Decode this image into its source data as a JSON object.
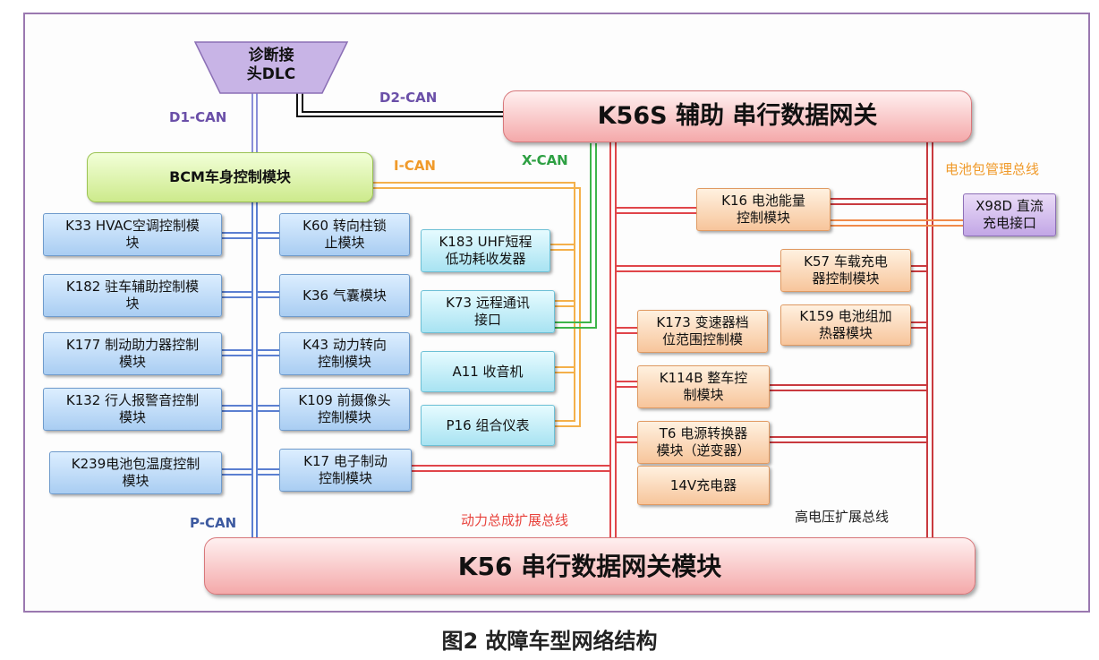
{
  "diagram": {
    "caption": "图2 故障车型网络结构",
    "dlc": "诊断接\n头DLC",
    "gateway_aux": "K56S 辅助 串行数据网关",
    "gateway_main": "K56 串行数据网关模块",
    "bcm": "BCM车身控制模块",
    "bus_labels": {
      "d1_can": "D1-CAN",
      "d2_can": "D2-CAN",
      "i_can": "I-CAN",
      "x_can": "X-CAN",
      "p_can": "P-CAN",
      "battery_bus": "电池包管理总线",
      "powertrain_bus": "动力总成扩展总线",
      "hv_bus": "高电压扩展总线"
    },
    "left_modules": [
      "K33 HVAC空调控制模\n块",
      "K182 驻车辅助控制模\n块",
      "K177 制动助力器控制\n模块",
      "K132 行人报警音控制\n模块",
      "K239电池包温度控制\n模块"
    ],
    "mid_modules": [
      "K60 转向柱锁\n止模块",
      "K36 气囊模块",
      "K43 动力转向\n控制模块",
      "K109 前摄像头\n控制模块",
      "K17  电子制动\n控制模块"
    ],
    "ican_modules": [
      "K183 UHF短程\n低功耗收发器",
      "K73 远程通讯\n接口",
      "A11 收音机",
      "P16 组合仪表"
    ],
    "hv_modules": [
      "K16 电池能量\n控制模块",
      "K57 车载充电\n器控制模块",
      "K173 变速器档\n位范围控制模",
      "K159  电池组加\n热器模块",
      "K114B 整车控\n制模块",
      "T6 电源转换器\n模块（逆变器）",
      "14V充电器"
    ],
    "x98d": "X98D 直流\n充电接口"
  },
  "colors": {
    "p_can": "#5b7fd1",
    "d1_can": "#8a8fd8",
    "d2_can": "#111111",
    "i_can": "#f4b04a",
    "x_can": "#3db54a",
    "powertrain_bus": "#e0454a",
    "label_purple": "#6a4fa8",
    "label_orange": "#f09a2a",
    "label_green": "#2ea043",
    "label_red": "#e8423c",
    "label_blue": "#3d5aa0"
  }
}
